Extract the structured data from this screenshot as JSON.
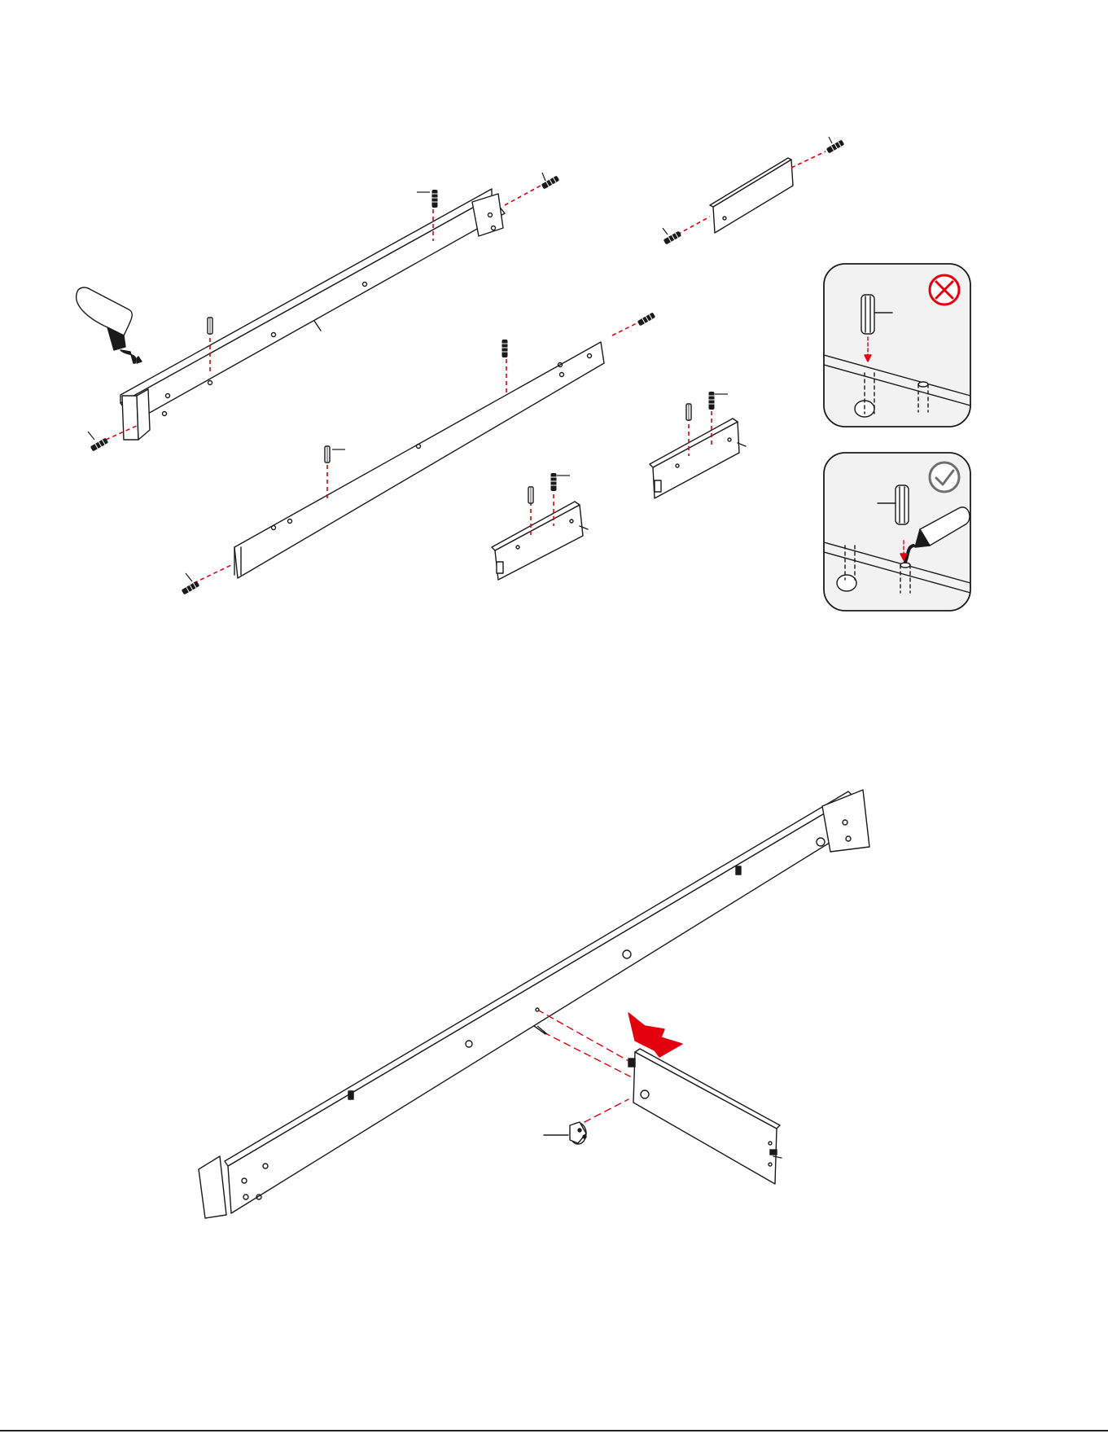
{
  "page": {
    "page_number": ""
  },
  "colors": {
    "line": "#1a1a1a",
    "guide": "#e3000f",
    "wrong": "#e3000f",
    "right": "#6f6f6f",
    "callout_bg": "#f2f2f2",
    "arrow": "#e3000f"
  },
  "icons": {
    "wrong_badge": "x-circle-icon",
    "correct_badge": "check-circle-icon",
    "glue_bottle": "glue-bottle-icon",
    "dowel": "wooden-dowel-icon",
    "screw": "screw-icon",
    "cam_lock": "cam-lock-icon",
    "push_arrow": "push-arrow-icon"
  },
  "step_1": {
    "parts": [
      "side-rail-top",
      "side-rail-bottom",
      "end-panel",
      "slat-support-a",
      "slat-support-b"
    ],
    "callouts": [
      {
        "verdict": "incorrect",
        "hint": "dowel-without-glue"
      },
      {
        "verdict": "correct",
        "hint": "glue-in-hole-then-dowel"
      }
    ]
  },
  "step_2": {
    "parts": [
      "side-rail-long",
      "end-panel"
    ],
    "action": "push-panel-into-rail"
  }
}
